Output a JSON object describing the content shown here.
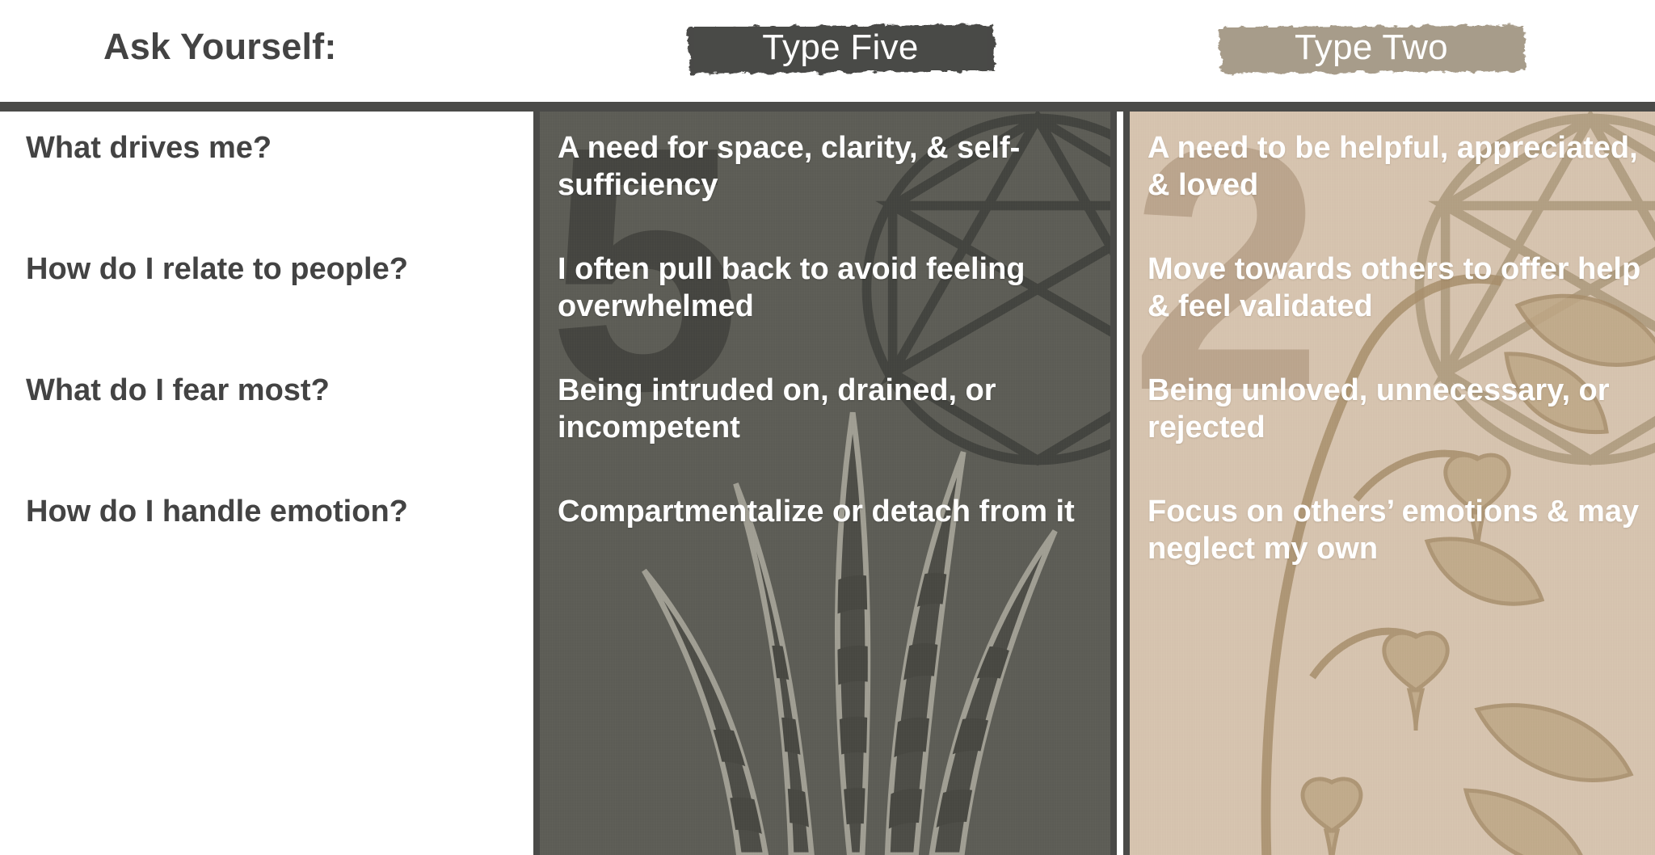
{
  "header": {
    "ask_title": "Ask Yourself:",
    "badges": [
      {
        "label": "Type Five",
        "color": "#494a47"
      },
      {
        "label": "Type Two",
        "color": "#a79c8a"
      }
    ]
  },
  "colors": {
    "rule": "#4a4a48",
    "question_text": "#434343",
    "type_five_bg": "#5d5d56",
    "type_two_bg": "#d8c5b0",
    "answer_text": "#ffffff",
    "type_five_watermark": "#2d2d2a",
    "type_two_watermark": "#967d5f"
  },
  "table": {
    "columns": [
      "Ask Yourself:",
      "Type Five",
      "Type Two"
    ],
    "rows": [
      {
        "question": "What drives me?",
        "type_five": "A need for space, clarity, & self-sufficiency",
        "type_two": "A need to be helpful, appreciated, & loved"
      },
      {
        "question": "How do I relate to people?",
        "type_five": "I often pull back to avoid feeling overwhelmed",
        "type_two": "Move towards others to offer help & feel validated"
      },
      {
        "question": "What do I fear most?",
        "type_five": "Being intruded on, drained, or incompetent",
        "type_two": "Being unloved, unnecessary, or rejected"
      },
      {
        "question": "How do I handle emotion?",
        "type_five": "Compartmentalize or detach from it",
        "type_two": "Focus on others’ emotions & may neglect my own"
      }
    ]
  },
  "decor": {
    "type_five_number": "5",
    "type_two_number": "2",
    "type_five_motif": "snake-plant",
    "type_two_motif": "bleeding-heart-flower",
    "symbol": "enneagram"
  }
}
